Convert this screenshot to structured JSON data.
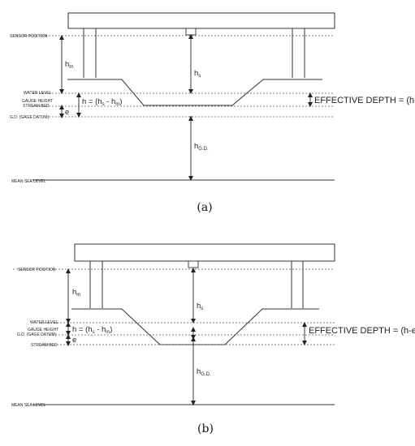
{
  "diagram_a": {
    "caption": "(a)",
    "labels": {
      "sensor_position": "SENSOR POSITION",
      "water_level": "WATER LEVEL",
      "gauge_height": "GAUGE HEIGHT",
      "stream_bed": "STREAM BED",
      "gage_datum": "G.D. (GAGE DATUM)",
      "mean_sea_level": "MEAN SEA LEVEL",
      "hm": "h",
      "hm_sub": "m",
      "hs": "h",
      "hs_sub": "s",
      "h_formula": "h = (h",
      "h_formula_mid": " - h",
      "h_formula_end": ")",
      "e": "e",
      "hgd": "h",
      "hgd_sub": "G.D.",
      "effective_depth": "EFFECTIVE DEPTH = (h-e)"
    }
  },
  "diagram_b": {
    "caption": "(b)",
    "labels": {
      "sensor_position": "SENSOR POSITION",
      "water_level": "WATER LEVEL",
      "gauge_height": "GAUGE HEIGHT",
      "gage_datum": "G.D. (GAGE DATUM)",
      "stream_bed": "STREAM BED",
      "mean_sea_level": "MEAN SEA LEVEL",
      "hm": "h",
      "hm_sub": "m",
      "hs": "h",
      "hs_sub": "s",
      "h_formula": "h = (h",
      "h_formula_mid": " - h",
      "h_formula_end": ")",
      "e": "e",
      "hgd": "h",
      "hgd_sub": "G.D.",
      "effective_depth": "EFFECTIVE DEPTH = (h-e)"
    }
  }
}
